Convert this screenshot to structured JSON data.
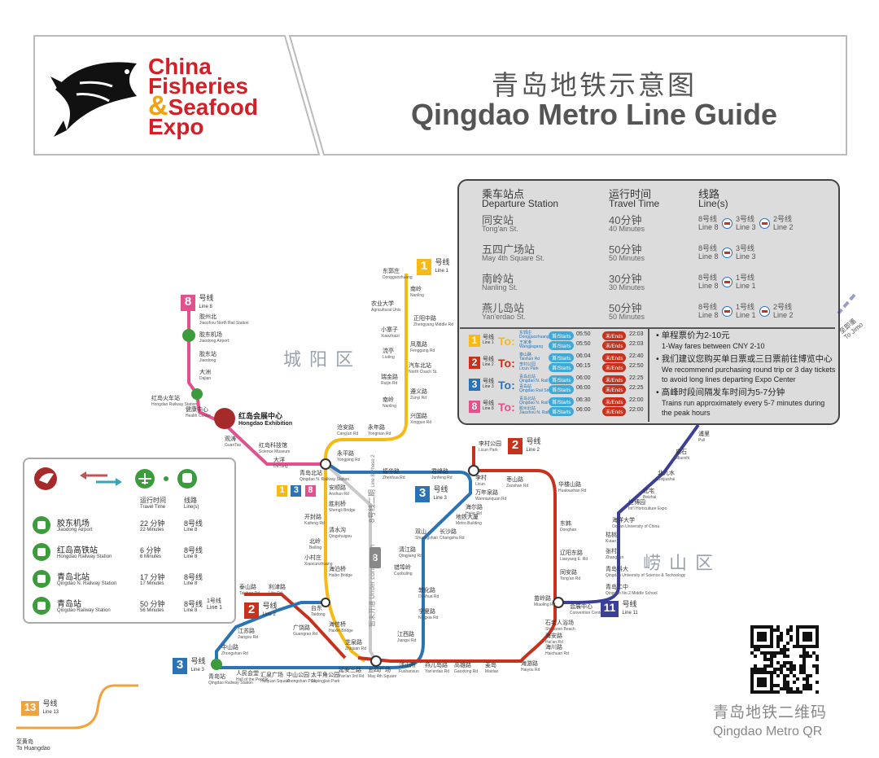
{
  "header": {
    "logo_lines": [
      "China",
      "Fisheries",
      "&",
      "Seafood",
      "Expo"
    ],
    "title_cn": "青岛地铁示意图",
    "title_en": "Qingdao Metro Line Guide"
  },
  "colors": {
    "line1": "#f7b916",
    "line2": "#c8321c",
    "line3": "#2a73b6",
    "line8": "#e2508d",
    "line11": "#3b3f97",
    "line13": "#f0a33a",
    "phase2": "#bdbdbd"
  },
  "route_table": {
    "head": {
      "station_cn": "乘车站点",
      "station_en": "Departure Station",
      "time_cn": "运行时间",
      "time_en": "Travel Time",
      "lines_cn": "线路",
      "lines_en": "Line(s)"
    },
    "rows": [
      {
        "cn": "同安站",
        "en": "Tong'an St.",
        "time_cn": "40分钟",
        "time_en": "40 Minutes",
        "lines": [
          {
            "cn": "8号线",
            "en": "Line 8"
          },
          {
            "cn": "3号线",
            "en": "Line 3"
          },
          {
            "cn": "2号线",
            "en": "Line 2"
          }
        ]
      },
      {
        "cn": "五四广场站",
        "en": "May 4th Square St.",
        "time_cn": "50分钟",
        "time_en": "50 Minutes",
        "lines": [
          {
            "cn": "8号线",
            "en": "Line 8"
          },
          {
            "cn": "3号线",
            "en": "Line 3"
          }
        ]
      },
      {
        "cn": "南岭站",
        "en": "Nanling St.",
        "time_cn": "30分钟",
        "time_en": "30 Minutes",
        "lines": [
          {
            "cn": "8号线",
            "en": "Line 8"
          },
          {
            "cn": "1号线",
            "en": "Line 1"
          }
        ]
      },
      {
        "cn": "燕儿岛站",
        "en": "Yan'erdao St.",
        "time_cn": "50分钟",
        "time_en": "50 Minutes",
        "lines": [
          {
            "cn": "8号线",
            "en": "Line 8"
          },
          {
            "cn": "1号线",
            "en": "Line 1"
          },
          {
            "cn": "2号线",
            "en": "Line 2"
          }
        ]
      }
    ]
  },
  "schedule": [
    {
      "num": "1",
      "cn": "号线",
      "en": "Line 1",
      "to": "To:",
      "dest": [
        {
          "cn": "东郭庄",
          "en": "Dongguozhuang",
          "start": "05:50",
          "end": "22:03"
        },
        {
          "cn": "王家港",
          "en": "Wangjiagang",
          "start": "05:50",
          "end": "22:03"
        }
      ]
    },
    {
      "num": "2",
      "cn": "号线",
      "en": "Line 2",
      "to": "To:",
      "dest": [
        {
          "cn": "泰山路",
          "en": "Taishan Rd",
          "start": "06:04",
          "end": "22:40"
        },
        {
          "cn": "李村公园",
          "en": "Licun Park",
          "start": "06:15",
          "end": "22:50"
        }
      ]
    },
    {
      "num": "3",
      "cn": "号线",
      "en": "Line 3",
      "to": "To:",
      "dest": [
        {
          "cn": "青岛北站",
          "en": "Qingdao N. Rail Stn",
          "start": "06:00",
          "end": "22:25"
        },
        {
          "cn": "青岛站",
          "en": "Qingdao Rail Stn",
          "start": "06:00",
          "end": "22:25"
        }
      ]
    },
    {
      "num": "8",
      "cn": "号线",
      "en": "Line 8",
      "to": "To:",
      "dest": [
        {
          "cn": "青岛北站",
          "en": "Qingdao N. Rail Stn",
          "start": "06:30",
          "end": "22:00"
        },
        {
          "cn": "胶州北站",
          "en": "Jiaozhou N. Rail Stn",
          "start": "06:00",
          "end": "22:00"
        }
      ]
    }
  ],
  "schedule_labels": {
    "starts": "首/Starts",
    "ends": "末/Ends"
  },
  "notes": [
    {
      "cn": "• 单程票价为2-10元",
      "en": "1-Way fares between CNY 2-10"
    },
    {
      "cn": "• 我们建议您购买单日票或三日票前往博览中心",
      "en": "We recommend purchasing round trip or 3 day tickets to avoid long lines departing Expo Center"
    },
    {
      "cn": "• 高峰时段间隔发车时间为5-7分钟",
      "en": "Trains run approximately every 5-7 minutes during the peak hours"
    }
  ],
  "legend": {
    "head": {
      "time_cn": "运行时间",
      "time_en": "Travel Time",
      "lines_cn": "线路",
      "lines_en": "Line(s)"
    },
    "rows": [
      {
        "icon": "airplane-icon",
        "cn": "胶东机场",
        "en": "Jiaodong Airport",
        "time_cn": "22 分钟",
        "time_en": "22 Minutes",
        "line_cn": "8号线",
        "line_en": "Line 8",
        "extra": ""
      },
      {
        "icon": "train-icon",
        "cn": "红岛高铁站",
        "en": "Hongdao Railway Station",
        "time_cn": "6 分钟",
        "time_en": "6 Minutes",
        "line_cn": "8号线",
        "line_en": "Line 8",
        "extra": ""
      },
      {
        "icon": "train-icon",
        "cn": "青岛北站",
        "en": "Qingdao N. Railway Station",
        "time_cn": "17 分钟",
        "time_en": "17 Minutes",
        "line_cn": "8号线",
        "line_en": "Line 8",
        "extra": ""
      },
      {
        "icon": "train-icon",
        "cn": "青岛站",
        "en": "Qingdao Railway Station",
        "time_cn": "50 分钟",
        "time_en": "56 Minutes",
        "line_cn": "8号线",
        "line_en": "Line 8",
        "extra": "1号线 Line 1"
      }
    ]
  },
  "districts": {
    "chengyang": "城阳区",
    "laoshan": "崂山区"
  },
  "line_labels": {
    "l1": {
      "num": "1",
      "cn": "号线",
      "en": "Line 1"
    },
    "l2": {
      "num": "2",
      "cn": "号线",
      "en": "Line 2"
    },
    "l2b": {
      "num": "2",
      "cn": "号线",
      "en": "Line 2"
    },
    "l3": {
      "num": "3",
      "cn": "号线",
      "en": "Line 3"
    },
    "l3b": {
      "num": "3",
      "cn": "号线",
      "en": "Line 3"
    },
    "l8": {
      "num": "8",
      "cn": "号线",
      "en": "Line 8"
    },
    "l11": {
      "num": "11",
      "cn": "号线",
      "en": "Line 11"
    },
    "l13": {
      "num": "13",
      "cn": "号线",
      "en": "Line 13"
    },
    "phase2": {
      "num": "8",
      "cn": "8号线二期",
      "en": "Line 8 Phase 2"
    },
    "construction": {
      "cn": "暂未开通",
      "en": "Under construction"
    }
  },
  "expo": {
    "cn": "红岛会展中心",
    "en": "Hongdao Exhibition"
  },
  "transfer_badge": [
    "1",
    "3",
    "8"
  ],
  "to_jimo": {
    "cn": "至即墨",
    "en": "To Jimo"
  },
  "to_huangdao": {
    "cn": "至黄岛",
    "en": "To Huangdao"
  },
  "qr": {
    "cn": "青岛地铁二维码",
    "en": "Qingdao Metro QR"
  },
  "stations": {
    "line8": [
      {
        "cn": "胶州北",
        "en": "Jiaozhou North Rail Station"
      },
      {
        "cn": "胶东机场",
        "en": "Jiaodong Airport"
      },
      {
        "cn": "胶东站",
        "en": "Jiaodong"
      },
      {
        "cn": "大洲",
        "en": "Dajian"
      },
      {
        "cn": "红岛火车站",
        "en": "Hongdao Railway Station"
      },
      {
        "cn": "健康中心",
        "en": "Health Center"
      },
      {
        "cn": "观涛",
        "en": "GuanTao"
      },
      {
        "cn": "红岛科技馆",
        "en": "Science Museum"
      },
      {
        "cn": "大洋",
        "en": "DaYang"
      },
      {
        "cn": "青岛北站",
        "en": "Qingdao N. Railway Station"
      }
    ],
    "line1": [
      {
        "cn": "东郭庄",
        "en": "Dongguozhuang"
      },
      {
        "cn": "南岭",
        "en": "Nanling"
      },
      {
        "cn": "农业大学",
        "en": "Agricultural Univ."
      },
      {
        "cn": "正阳中路",
        "en": "Zhengyang Middle Rd"
      },
      {
        "cn": "小寨子",
        "en": "Xiaozhaizi"
      },
      {
        "cn": "凤凰路",
        "en": "Fenggang Rd"
      },
      {
        "cn": "流亭",
        "en": "Liuting"
      },
      {
        "cn": "汽车北站",
        "en": "North Coach St."
      },
      {
        "cn": "瑞金路",
        "en": "Ruijin Rd"
      },
      {
        "cn": "遵义路",
        "en": "Zunyi Rd"
      },
      {
        "cn": "南岭",
        "en": "Nanling"
      },
      {
        "cn": "兴国路",
        "en": "Xingguo Rd"
      },
      {
        "cn": "沧安路",
        "en": "Cang'an Rd"
      },
      {
        "cn": "永年路",
        "en": "Yongnian Rd"
      },
      {
        "cn": "永平路",
        "en": "Yongping Rd"
      },
      {
        "cn": "安顺路",
        "en": "Anshun Rd"
      },
      {
        "cn": "胜利桥",
        "en": "Shengli Bridge"
      },
      {
        "cn": "开封路",
        "en": "Kaifeng Rd"
      },
      {
        "cn": "清水沟",
        "en": "Qingshuigou"
      },
      {
        "cn": "北岭",
        "en": "Beiling"
      },
      {
        "cn": "小村庄",
        "en": "Xiaocunzhuang"
      },
      {
        "cn": "海泊桥",
        "en": "Haibo Bridge"
      },
      {
        "cn": "海信桥",
        "en": "Haixin Bridge"
      },
      {
        "cn": "芝泉路",
        "en": "Zhiquan Rd"
      }
    ],
    "line3": [
      {
        "cn": "振华路",
        "en": "Zhenhua Rd"
      },
      {
        "cn": "君峰路",
        "en": "Junfeng Rd"
      },
      {
        "cn": "李村",
        "en": "Licun"
      },
      {
        "cn": "万年泉路",
        "en": "Wannianquan Rd"
      },
      {
        "cn": "海尔路",
        "en": "Haier Rd"
      },
      {
        "cn": "地铁大厦",
        "en": "Metro Building"
      },
      {
        "cn": "双山",
        "en": "Shuangshan"
      },
      {
        "cn": "长沙路",
        "en": "Changsha Rd"
      },
      {
        "cn": "清江路",
        "en": "Qingjiang Rd"
      },
      {
        "cn": "错埠岭",
        "en": "Cuobuling"
      },
      {
        "cn": "敦化路",
        "en": "Dunhua Rd"
      },
      {
        "cn": "宁夏路",
        "en": "Ningxia Rd"
      },
      {
        "cn": "江西路",
        "en": "Jiangxi Rd"
      },
      {
        "cn": "五四广场",
        "en": "May 4th Square"
      },
      {
        "cn": "延安三路",
        "en": "Yan'an 3rd Rd"
      },
      {
        "cn": "太平角公园",
        "en": "Taipingjiao Park"
      },
      {
        "cn": "中山公园",
        "en": "Zhongshan Park"
      },
      {
        "cn": "汇泉广场",
        "en": "Huiquan Square"
      },
      {
        "cn": "人民会堂",
        "en": "Hall of the People"
      },
      {
        "cn": "青岛站",
        "en": "Qingdao Railway Station"
      },
      {
        "cn": "中山路",
        "en": "Zhongshan Rd"
      },
      {
        "cn": "江苏路",
        "en": "Jiangsu Rd"
      },
      {
        "cn": "广饶路",
        "en": "Guangrao Rd"
      },
      {
        "cn": "台东",
        "en": "Taidong"
      }
    ],
    "line2": [
      {
        "cn": "李村公园",
        "en": "Licun Park"
      },
      {
        "cn": "枣山路",
        "en": "Zaoshan Rd"
      },
      {
        "cn": "华楼山路",
        "en": "Hualoushan Rd"
      },
      {
        "cn": "东韩",
        "en": "Donghan"
      },
      {
        "cn": "辽阳东路",
        "en": "Liaoyang E. Rd"
      },
      {
        "cn": "同安路",
        "en": "Tong'an Rd"
      },
      {
        "cn": "苗岭路",
        "en": "Miaoling Rd"
      },
      {
        "cn": "石老人浴场",
        "en": "Shilaoren Beach"
      },
      {
        "cn": "海安路",
        "en": "Hai'an Rd"
      },
      {
        "cn": "海川路",
        "en": "Haichuan Rd"
      },
      {
        "cn": "海游路",
        "en": "Haiyou Rd"
      },
      {
        "cn": "麦岛",
        "en": "Maidao"
      },
      {
        "cn": "高雄路",
        "en": "Gaoxiong Rd"
      },
      {
        "cn": "燕儿岛路",
        "en": "Yan'erdao Rd"
      },
      {
        "cn": "浮山所",
        "en": "Fushansuo"
      },
      {
        "cn": "泰山路",
        "en": "Taishan Rd"
      },
      {
        "cn": "利津路",
        "en": "Lijin Rd"
      }
    ],
    "line11": [
      {
        "cn": "浦里",
        "en": "Puli"
      },
      {
        "cn": "庙石",
        "en": "Miaoshi"
      },
      {
        "cn": "北九水",
        "en": "Beijiushui"
      },
      {
        "cn": "北宅",
        "en": "Beizhai"
      },
      {
        "cn": "世博园",
        "en": "Int'l Horticulture Expo"
      },
      {
        "cn": "海洋大学",
        "en": "Ocean University of China"
      },
      {
        "cn": "枯桃",
        "en": "Kutao"
      },
      {
        "cn": "张村",
        "en": "Zhangcun"
      },
      {
        "cn": "青岛科大",
        "en": "Qingdao University of Science & Technology"
      },
      {
        "cn": "青岛二中",
        "en": "Qingdao No.2 Middle School"
      },
      {
        "cn": "会展中心",
        "en": "Convention Center"
      }
    ]
  }
}
